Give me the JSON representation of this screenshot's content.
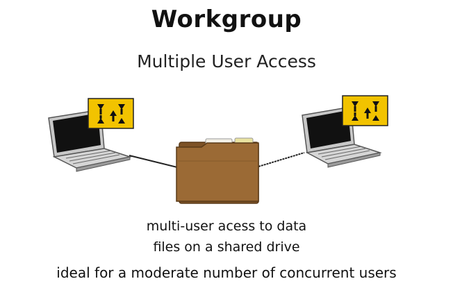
{
  "title": "Workgroup",
  "subtitle": "Multiple User Access",
  "caption_lines": [
    "multi-user acess to data",
    "files on a shared drive"
  ],
  "footer": "ideal for a moderate number of concurrent users",
  "icons": {
    "left_laptop": "laptop-icon",
    "right_laptop": "laptop-icon",
    "left_sign": "transfer-arrows-icon",
    "right_sign": "transfer-arrows-icon",
    "folder": "folder-icon"
  },
  "colors": {
    "sign_fill": "#f2c300",
    "folder_fill": "#9b6a35",
    "laptop_body": "#cfcfcf",
    "screen": "#111111"
  }
}
